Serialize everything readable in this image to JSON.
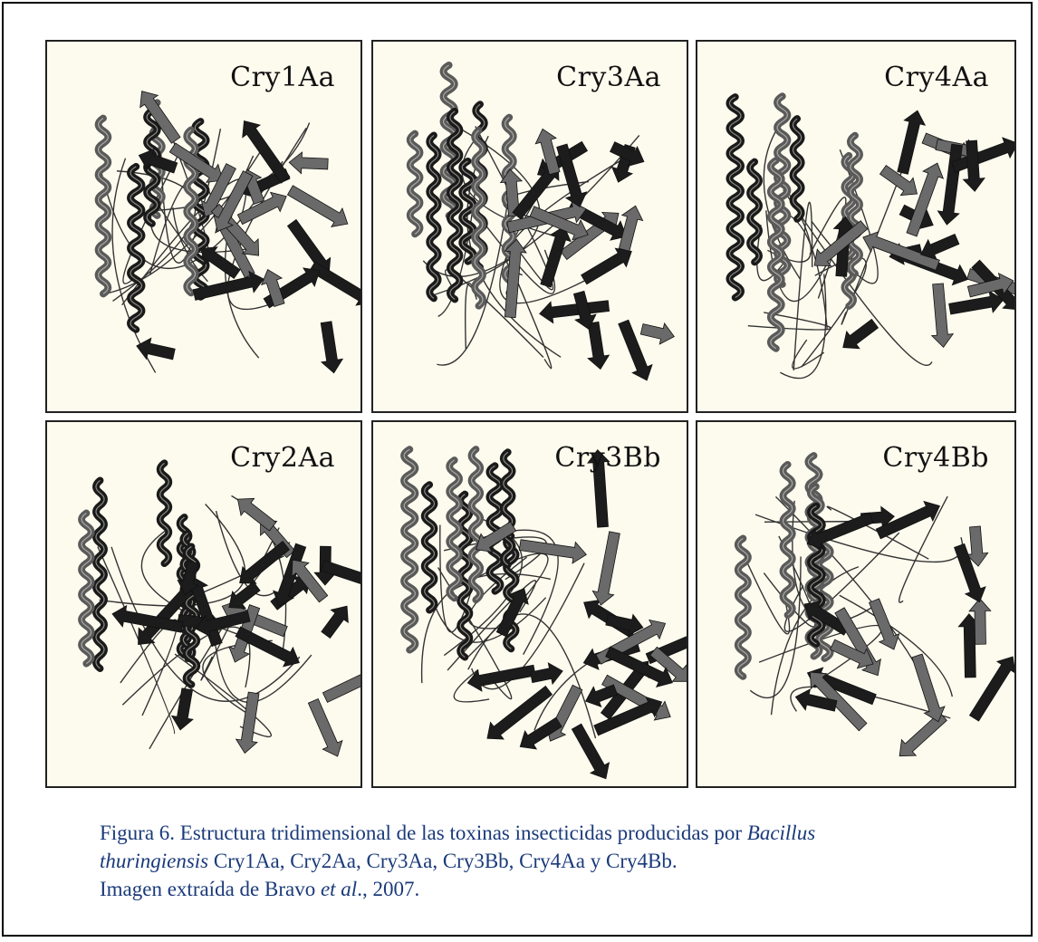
{
  "figure": {
    "panels": [
      {
        "id": "cry1aa",
        "label": "Cry1Aa"
      },
      {
        "id": "cry3aa",
        "label": "Cry3Aa"
      },
      {
        "id": "cry4aa",
        "label": "Cry4Aa"
      },
      {
        "id": "cry2aa",
        "label": "Cry2Aa"
      },
      {
        "id": "cry3bb",
        "label": "Cry3Bb"
      },
      {
        "id": "cry4bb",
        "label": "Cry4Bb"
      }
    ]
  },
  "caption": {
    "line1_prefix": "Figura 6. Estructura tridimensional de las toxinas insecticidas producidas por ",
    "line1_italic": "Bacillus",
    "line2_italic": "thuringiensis",
    "line2_suffix": " Cry1Aa, Cry2Aa, Cry3Aa, Cry3Bb, Cry4Aa y Cry4Bb.",
    "line3_prefix": "Imagen extraída de Bravo ",
    "line3_italic": "et al",
    "line3_suffix": "., 2007."
  }
}
